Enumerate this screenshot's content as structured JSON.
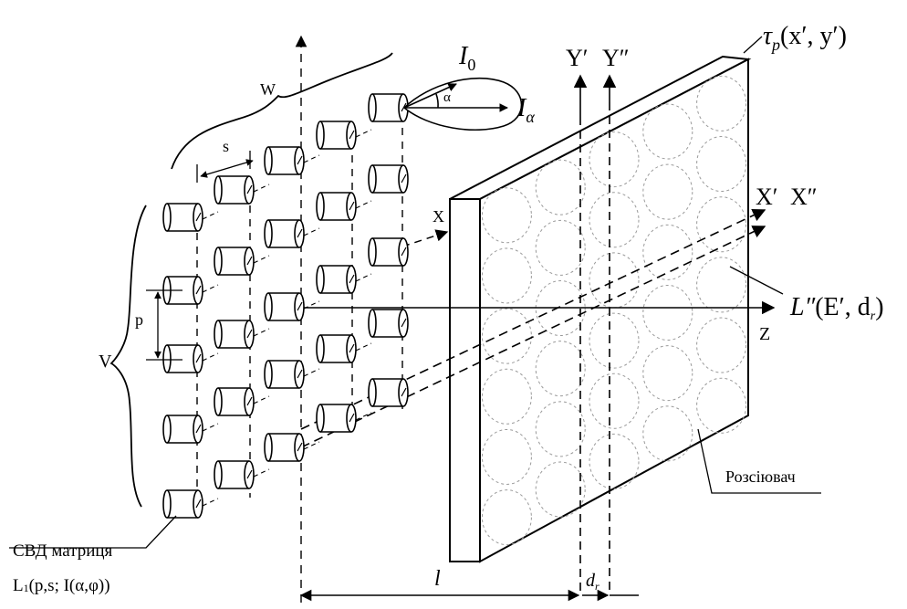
{
  "labels": {
    "tau": "τ",
    "tau_sub": "p",
    "tau_args": "(x′, y′)",
    "i0": "I",
    "i0_sub": "0",
    "i_alpha": "I",
    "i_alpha_sub": "α",
    "alpha": "α",
    "w": "W",
    "s": "s",
    "x": "X",
    "p": "p",
    "v": "V",
    "y_prime": "Y′",
    "y_dprime": "Y″",
    "x_prime": "X′",
    "x_dprime": "X″",
    "l_lum": "L″",
    "l_lum_args": "(E′, d",
    "l_lum_sub": "r",
    "l_lum_close": ")",
    "z": "Z",
    "diffuser": "Розсіювач",
    "matrix": "СВД матриця",
    "l1": "L",
    "l1_sub": "1",
    "l1_args": "(p,s; I(α,φ))",
    "dist_l": "l",
    "dist_d": "d",
    "dist_d_sub": "r"
  },
  "colors": {
    "ink": "#000000",
    "circle": "#9a9a9a"
  }
}
